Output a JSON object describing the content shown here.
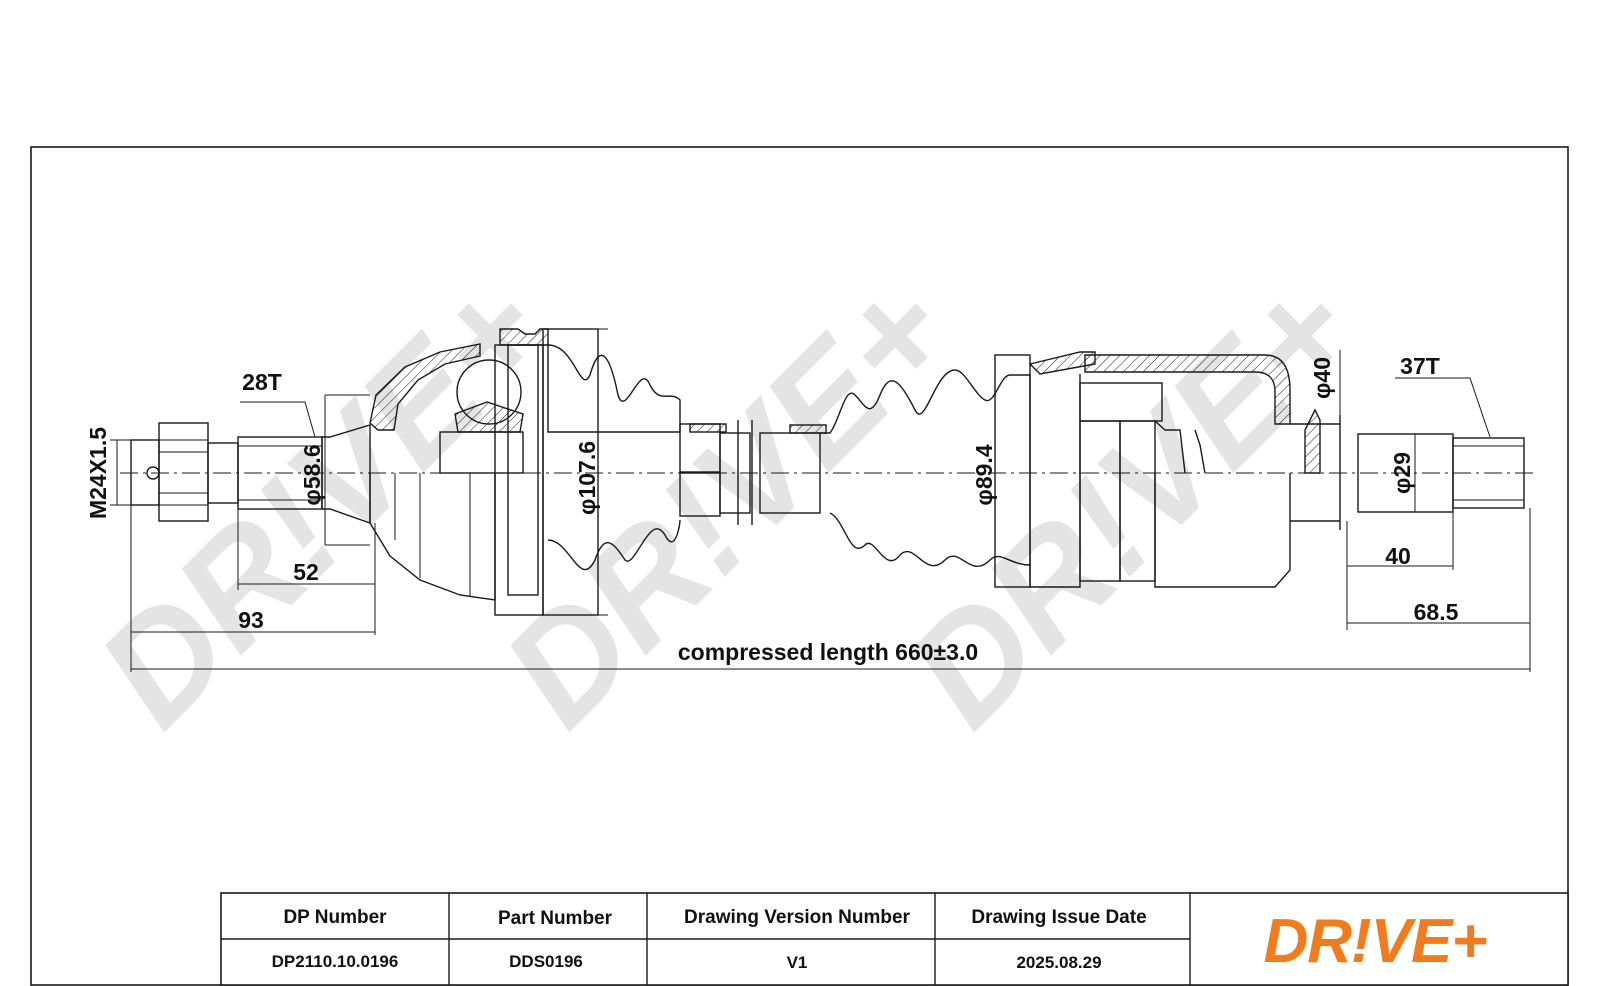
{
  "drawing": {
    "labels": {
      "thread": "M24X1.5",
      "spline_left": "28T",
      "dia_left": "φ58.6",
      "dia_joint_outer": "φ107.6",
      "dia_joint_inner": "φ89.4",
      "dia_40": "φ40",
      "spline_right": "37T",
      "dia_29": "φ29",
      "len_52": "52",
      "len_93": "93",
      "len_40": "40",
      "len_68_5": "68.5",
      "compressed_length": "compressed length 660±3.0"
    }
  },
  "title_block": {
    "headers": [
      "DP Number",
      "Part Number",
      "Drawing Version Number",
      "Drawing Issue Date"
    ],
    "values": [
      "DP2110.10.0196",
      "DDS0196",
      "V1",
      "2025.08.29"
    ],
    "logo_text": "DR!VE+"
  },
  "colors": {
    "logo": "#f07c1e",
    "watermark": "#cfcfcf",
    "line": "#1a1a1a"
  }
}
